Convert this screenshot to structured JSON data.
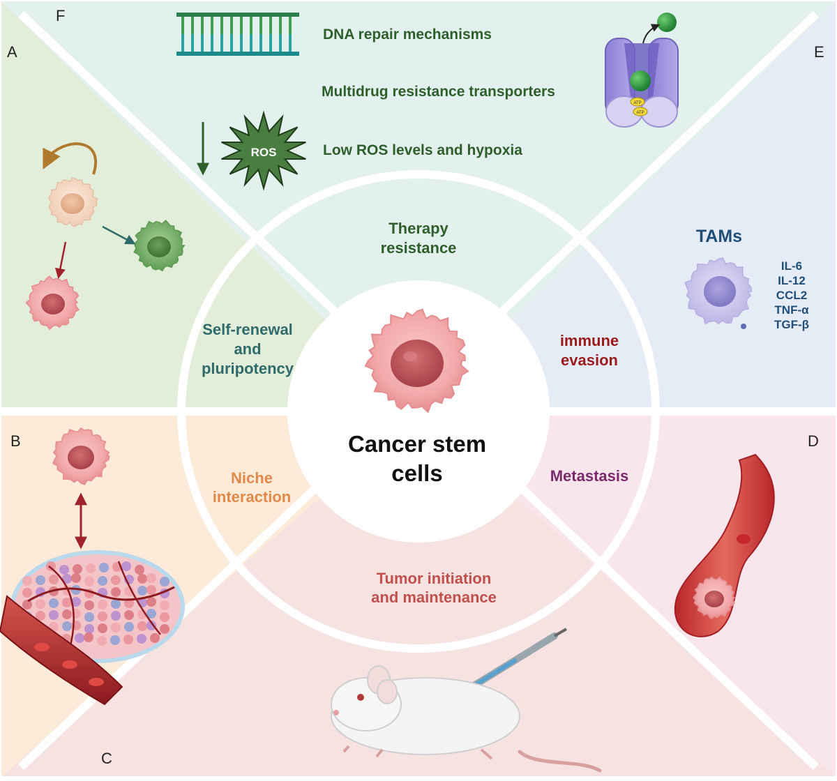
{
  "center_title": [
    "Cancer stem",
    "cells"
  ],
  "panels": {
    "A": {
      "letter": "A"
    },
    "B": {
      "letter": "B"
    },
    "C": {
      "letter": "C"
    },
    "D": {
      "letter": "D"
    },
    "E": {
      "letter": "E"
    },
    "F": {
      "letter": "F"
    }
  },
  "sections": {
    "therapy": {
      "lines": [
        "Therapy",
        "resistance"
      ],
      "color": "#2e5f2a"
    },
    "self_renewal": {
      "lines": [
        "Self-renewal",
        "and",
        "pluripotency"
      ],
      "color": "#2f6b6b"
    },
    "immune": {
      "lines": [
        "immune",
        "evasion"
      ],
      "color": "#9b1b1b"
    },
    "niche": {
      "lines": [
        "Niche",
        "interaction"
      ],
      "color": "#e0894a"
    },
    "metastasis": {
      "lines": [
        "Metastasis"
      ],
      "color": "#7a2a6b"
    },
    "tumor": {
      "lines": [
        "Tumor initiation",
        "and maintenance"
      ],
      "color": "#c0504d"
    }
  },
  "therapy_details": {
    "dna": "DNA repair mechanisms",
    "mdr": "Multidrug resistance transporters",
    "ros_text": "Low ROS levels and hypoxia",
    "ros_badge": "ROS",
    "atp": "ATP",
    "color": "#2e5f2a"
  },
  "tams": {
    "title": "TAMs",
    "cytokines": [
      "IL-6",
      "IL-12",
      "CCL2",
      "TNF-α",
      "TGF-β"
    ]
  },
  "colors": {
    "bg_top": "#e3f1ee",
    "bg_left": "#e2eed9",
    "bg_right": "#e6ecf6",
    "bg_bottom_left": "#fdebd9",
    "bg_bottom": "#f6e2e0",
    "bg_bottom_right": "#f9e5ec"
  }
}
